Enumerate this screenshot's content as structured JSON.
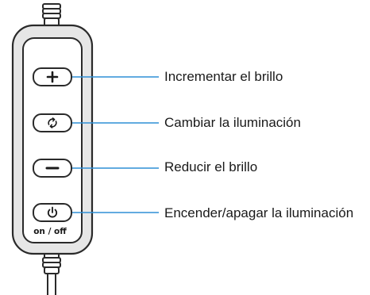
{
  "remote": {
    "buttons": [
      {
        "name": "plus-button",
        "icon": "plus-icon",
        "label": "Incrementar el brillo"
      },
      {
        "name": "cycle-button",
        "icon": "cycle-arrows-icon",
        "label": "Cambiar la iluminación"
      },
      {
        "name": "minus-button",
        "icon": "minus-icon",
        "label": "Reducir el brillo"
      },
      {
        "name": "power-button",
        "icon": "power-icon",
        "label": "Encender/apagar la iluminación"
      }
    ],
    "power_caption": "on / off"
  },
  "colors": {
    "outline": "#2a2a2a",
    "body_fill": "#e6e6e6",
    "inner_fill": "#ffffff",
    "leader_line": "#2f8fd6",
    "text": "#1a1a1a"
  }
}
